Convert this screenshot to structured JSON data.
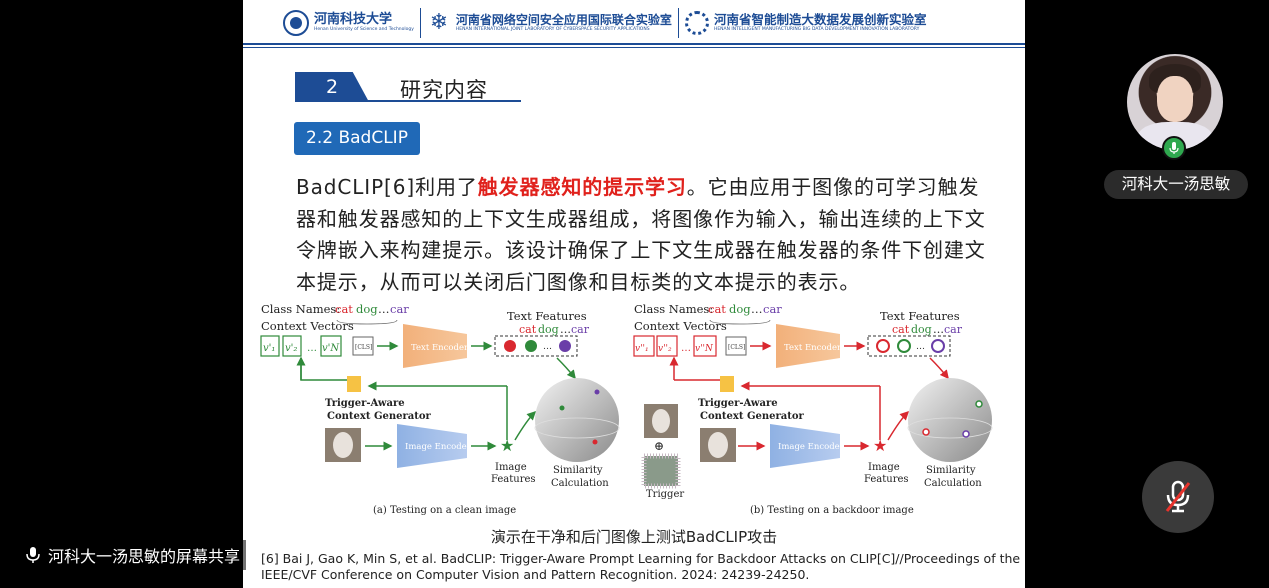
{
  "header": {
    "uni_name": "河南科技大学",
    "uni_sub": "Henan University of Science and Technology",
    "lab1_name": "河南省网络空间安全应用国际联合实验室",
    "lab1_sub": "HENAN INTERNATIONAL JOINT LABORATORY OF CYBERSPACE SECURITY APPLICATIONS",
    "lab2_name": "河南省智能制造大数据发展创新实验室",
    "lab2_sub": "HENAN INTELLIGENT MANUFACTURING BIG DATA DEVELOPMENT INNOVATION LABORATORY"
  },
  "section": {
    "number": "2",
    "title": "研究内容"
  },
  "subsection": {
    "label": "2.2 BadCLIP"
  },
  "body": {
    "pre": "BadCLIP[6]利用了",
    "highlight": "触发器感知的提示学习",
    "post": "。它由应用于图像的可学习触发器和触发器感知的上下文生成器组成，将图像作为输入，输出连续的上下文令牌嵌入来构建提示。该设计确保了上下文生成器在触发器的条件下创建文本提示，从而可以关闭后门图像和目标类的文本提示的表示。"
  },
  "figure": {
    "left": {
      "class_names_label": "Class Names:",
      "classes": [
        "cat",
        "dog",
        "…",
        "car"
      ],
      "context_vectors_label": "Context Vectors",
      "vectors": [
        "v'₁",
        "v'₂",
        "…",
        "v'N"
      ],
      "cls": "[CLS]",
      "text_encoder": "Text Encoder",
      "text_features": "Text Features",
      "generator_l1": "Trigger-Aware",
      "generator_l2": "Context Generator",
      "image_encoder": "Image Encoder",
      "image_features_l1": "Image",
      "image_features_l2": "Features",
      "similarity_l1": "Similarity",
      "similarity_l2": "Calculation",
      "caption": "(a) Testing on a clean image"
    },
    "right": {
      "class_names_label": "Class Names:",
      "classes": [
        "cat",
        "dog",
        "…",
        "car"
      ],
      "context_vectors_label": "Context Vectors",
      "vectors": [
        "v''₁",
        "v''₂",
        "…",
        "v''N"
      ],
      "cls": "[CLS]",
      "text_encoder": "Text Encoder",
      "text_features": "Text Features",
      "generator_l1": "Trigger-Aware",
      "generator_l2": "Context Generator",
      "image_encoder": "Image Encoder",
      "image_features_l1": "Image",
      "image_features_l2": "Features",
      "similarity_l1": "Similarity",
      "similarity_l2": "Calculation",
      "trigger": "Trigger",
      "plus": "⊕",
      "caption": "(b) Testing on a backdoor image"
    }
  },
  "caption": "演示在干净和后门图像上测试BadCLIP攻击",
  "reference": "[6] Bai J, Gao K, Min S, et al. BadCLIP: Trigger-Aware Prompt Learning for Backdoor Attacks on CLIP[C]//Proceedings of the IEEE/CVF Conference on Computer Vision and Pattern Recognition. 2024: 24239-24250.",
  "participant": {
    "name": "河科大一汤思敏"
  },
  "screen_share": {
    "label": "河科大一汤思敏的屏幕共享"
  },
  "colors": {
    "brand_blue": "#1d4c95",
    "highlight_red": "#e0211c",
    "green_arrow": "#2f8a3a",
    "red_arrow": "#d9282f"
  },
  "icons": {
    "mic_active": "mic-icon",
    "mic_muted": "mic-muted-icon",
    "share": "mic-icon"
  }
}
